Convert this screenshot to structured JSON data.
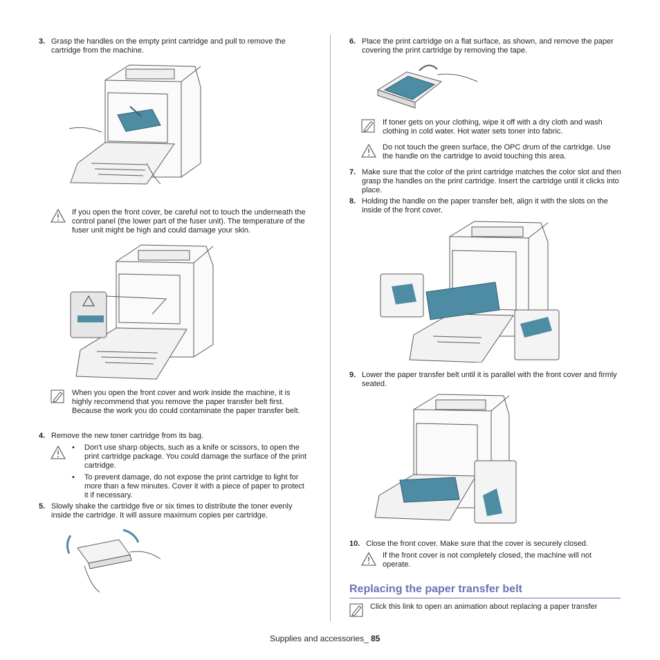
{
  "left": {
    "step3": {
      "num": "3.",
      "text": "Grasp the handles on the empty print cartridge and pull to remove the cartridge from the machine."
    },
    "caution1": "If you open the front cover, be careful not to touch the underneath the control panel (the lower part of the fuser unit). The temperature of the fuser unit might be high and could damage your skin.",
    "note1": "When you open the front cover and work inside the machine, it is highly recommend that you remove the paper transfer belt first. Because the work you do could contaminate the paper transfer belt.",
    "step4": {
      "num": "4.",
      "text": "Remove the new toner cartridge from its bag."
    },
    "bullets": [
      "Don't use sharp objects, such as a knife or scissors, to open the print cartridge package. You could damage the surface of the print cartridge.",
      "To prevent damage, do not expose the print cartridge to light for more than a few minutes. Cover it with a piece of paper to protect it if necessary."
    ],
    "bullet_char": "•",
    "step5": {
      "num": "5.",
      "text": "Slowly shake the cartridge five or six times to distribute the toner evenly inside the cartridge. It will assure maximum copies per cartridge."
    }
  },
  "right": {
    "step6": {
      "num": "6.",
      "text": "Place the print cartridge on a flat surface, as shown, and remove the paper covering the print cartridge by removing the tape."
    },
    "note2": "If toner gets on your clothing, wipe it off with a dry cloth and wash clothing in cold water. Hot water sets toner into fabric.",
    "caution2": "Do not touch the green surface, the OPC drum of the cartridge. Use the handle on the cartridge to avoid touching this area.",
    "step7": {
      "num": "7.",
      "text": "Make sure that the color of the print cartridge matches the color slot and then grasp the handles on the print cartridge. Insert the cartridge until it clicks into place."
    },
    "step8": {
      "num": "8.",
      "text": "Holding the handle on the paper transfer belt, align it with the slots on the inside of the front cover."
    },
    "step9": {
      "num": "9.",
      "text": "Lower the paper transfer belt until it is parallel with the front cover and firmly seated."
    },
    "step10": {
      "num": "10.",
      "text": "Close the front cover. Make sure that the cover is securely closed."
    },
    "caution3": "If the front cover is not completely closed, the machine will not operate.",
    "section_heading": "Replacing the paper transfer belt",
    "note3": "Click this link to open an animation about replacing a paper transfer"
  },
  "footer": {
    "label": "Supplies and accessories_",
    "page": "85"
  },
  "colors": {
    "accent": "#6b72b4",
    "cartridge": "#4e8ca3",
    "outline": "#5a5a5a"
  },
  "icons": {
    "caution": "caution-triangle-icon",
    "note": "note-pencil-icon"
  }
}
